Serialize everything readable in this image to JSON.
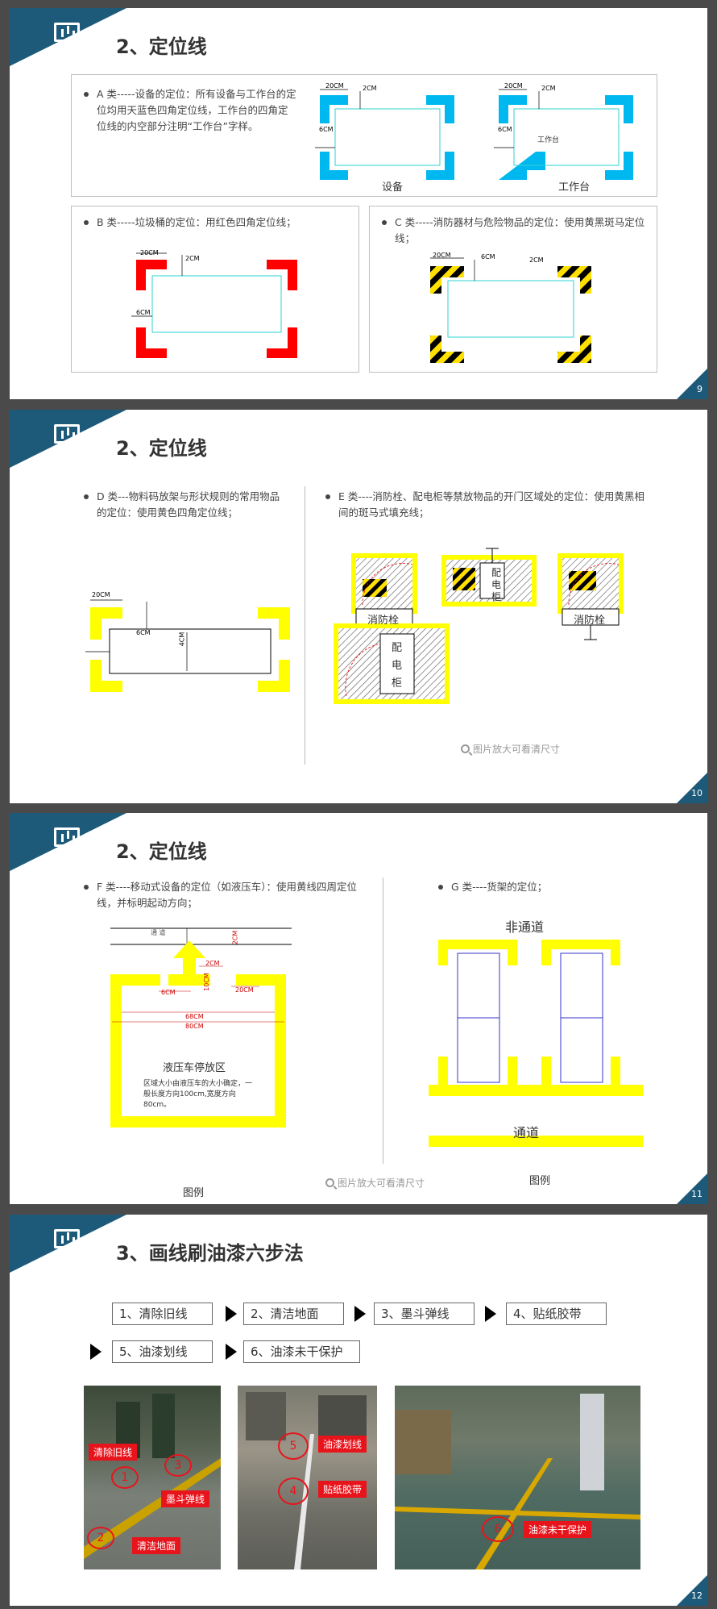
{
  "slides": [
    {
      "title": "2、定位线",
      "page": "9",
      "a_text": "A 类-----设备的定位：所有设备与工作台的定位均用天蓝色四角定位线，工作台的四角定位线的内空部分注明“工作台”字样。",
      "a_label_equipment": "设备",
      "a_label_workbench": "工作台",
      "a_inner_workbench": "工作台",
      "b_text": "B 类-----垃圾桶的定位：用红色四角定位线；",
      "c_text": "C 类-----消防器材与危险物品的定位：使用黄黑斑马定位线；",
      "dims": {
        "d20": "20CM",
        "d2": "2CM",
        "d6": "6CM"
      }
    },
    {
      "title": "2、定位线",
      "page": "10",
      "d_text": "D 类---物料码放架与形状规则的常用物品的定位：使用黄色四角定位线；",
      "e_text": "E 类----消防栓、配电柜等禁放物品的开门区域处的定位：使用黄黑相间的斑马式填充线；",
      "dims": {
        "d20": "20CM",
        "d6": "6CM",
        "d4": "4CM"
      },
      "hydrant": "消防栓",
      "cabinet": "配电柜",
      "zoom_hint": "图片放大可看清尺寸"
    },
    {
      "title": "2、定位线",
      "page": "11",
      "f_text": "F 类----移动式设备的定位（如液压车）：使用黄线四周定位线，并标明起动方向；",
      "g_text": "G 类----货架的定位；",
      "f_area_title": "液压车停放区",
      "f_area_desc": "区域大小由液压车的大小确定，一般长度方向100cm,宽度方向80cm。",
      "f_caption": "图例",
      "g_caption": "图例",
      "non_aisle": "非通道",
      "aisle": "通道",
      "zoom_hint": "图片放大可看清尺寸",
      "dims": {
        "d2": "2CM",
        "d6": "6CM",
        "d20": "20CM",
        "d10": "10CM",
        "d68": "68CM",
        "d80": "80CM",
        "road": "通 道"
      }
    },
    {
      "title": "3、画线刷油漆六步法",
      "page": "12",
      "steps": [
        "1、清除旧线",
        "2、清洁地面",
        "3、墨斗弹线",
        "4、贴纸胶带",
        "5、油漆划线",
        "6、油漆未干保护"
      ],
      "photo1_tags": [
        "清除旧线",
        "墨斗弹线",
        "清洁地面"
      ],
      "photo1_nums": [
        "1",
        "3",
        "2"
      ],
      "photo2_tags": [
        "油漆划线",
        "贴纸胶带"
      ],
      "photo2_nums": [
        "5",
        "4"
      ],
      "photo3_tag": "油漆未干保护",
      "photo3_num": "6"
    }
  ],
  "colors": {
    "accent": "#1d5a7a",
    "cyan": "#00b0f0",
    "red": "#ff0000",
    "yellow": "#ffff00",
    "tag_red": "#e8141c"
  }
}
